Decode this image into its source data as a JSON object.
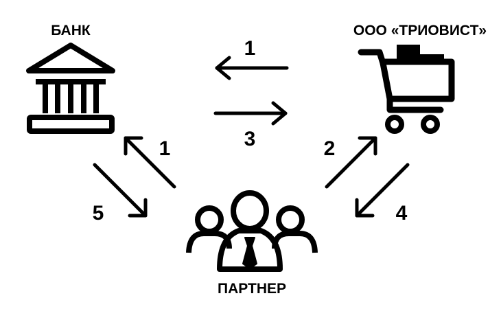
{
  "nodes": {
    "bank": {
      "label": "БАНК",
      "icon": "bank-building-icon"
    },
    "company": {
      "label": "ООО «ТРИОВИСТ»",
      "icon": "shopping-cart-icon"
    },
    "partner": {
      "label": "ПАРТНЕР",
      "icon": "business-group-icon"
    }
  },
  "steps": {
    "company_to_bank": "1",
    "bank_to_company": "3",
    "partner_to_bank": "1",
    "bank_to_partner": "5",
    "partner_to_company": "2",
    "company_to_partner": "4"
  },
  "colors": {
    "ink": "#000000",
    "background": "#ffffff"
  }
}
